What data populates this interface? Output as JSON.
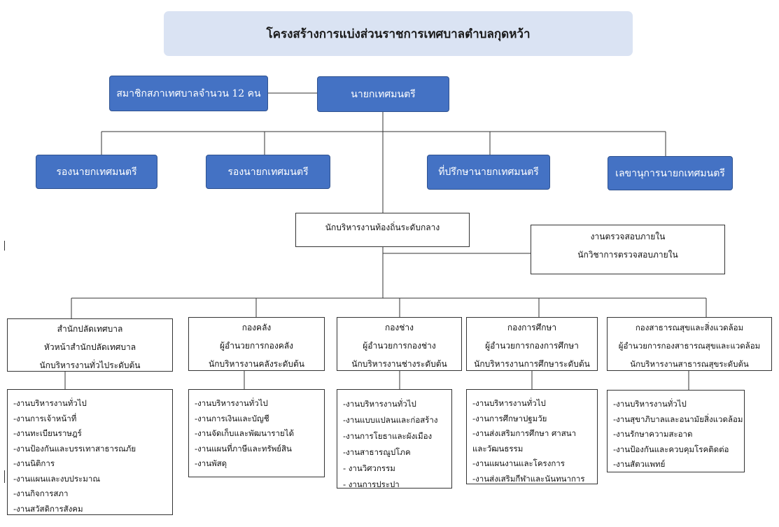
{
  "title": "โครงสร้างการแบ่งส่วนราชการเทศบาลตำบลกุดหว้า",
  "council": "สมาชิกสภาเทศบาลจำนวน 12 คน",
  "mayor": "นายกเทศมนตรี",
  "advisors": [
    "รองนายกเทศมนตรี",
    "รองนายกเทศมนตรี",
    "ที่ปรึกษานายกเทศมนตรี",
    "เลขานุการนายกเทศมนตรี"
  ],
  "chief_admin": "นักบริหารงานท้องถิ่นระดับกลาง",
  "audit": [
    "งานตรวจสอบภายใน",
    "นักวิชาการตรวจสอบภายใน"
  ],
  "divisions": [
    {
      "header": [
        "สำนักปลัดเทศบาล",
        "หัวหน้าสำนักปลัดเทศบาล",
        "นักบริหารงานทั่วไประดับต้น"
      ],
      "tasks": [
        "-งานบริหารงานทั่วไป",
        "-งานการเจ้าหน้าที่",
        "-งานทะเบียนราษฎร์",
        "-งานป้องกันและบรรเทาสาธารณภัย",
        "-งานนิติการ",
        "-งานแผนและงบประมาณ",
        "-งานกิจการสภา",
        "-งานสวัสดิการสังคม"
      ]
    },
    {
      "header": [
        "กองคลัง",
        "ผู้อำนวยการกองคลัง",
        "นักบริหารงานคลังระดับต้น"
      ],
      "tasks": [
        "-งานบริหารงานทั่วไป",
        "-งานการเงินและบัญชี",
        "-งานจัดเก็บและพัฒนารายได้",
        "-งานแผนที่ภาษีและทรัพย์สิน",
        "-งานพัสดุ"
      ]
    },
    {
      "header": [
        "กองช่าง",
        "ผู้อำนวยการกองช่าง",
        "นักบริหารงานช่างระดับต้น"
      ],
      "tasks": [
        "-งานบริหารงานทั่วไป",
        "-งานแบบแปลนและก่อสร้าง",
        "-งานการโยธาและผังเมือง",
        "-งานสาธารณูปโภค",
        "- งานวิศวกรรม",
        "- งานการประปา"
      ]
    },
    {
      "header": [
        "กองการศึกษา",
        "ผู้อำนวยการกองการศึกษา",
        "นักบริหารงานการศึกษาระดับต้น"
      ],
      "tasks": [
        "-งานบริหารงานทั่วไป",
        "-งานการศึกษาปฐมวัย",
        "-งานส่งเสริมการศึกษา ศาสนา",
        "และวัฒนธรรม",
        "-งานแผนงานและโครงการ",
        "-งานส่งเสริมกีฬาและนันทนาการ"
      ]
    },
    {
      "header": [
        "กองสาธารณสุขและสิ่งแวดล้อม",
        "ผู้อำนวยการกองสาธารณสุขและแวดล้อม",
        "นักบริหารงานสาธารณสุขระดับต้น"
      ],
      "tasks": [
        "-งานบริหารงานทั่วไป",
        "-งานสุขาภิบาลและอนามัยสิ่งแวดล้อม",
        "-งานรักษาความสะอาด",
        "-งานป้องกันและควบคุมโรคติดต่อ",
        "-งานสัตวแพทย์"
      ]
    }
  ]
}
